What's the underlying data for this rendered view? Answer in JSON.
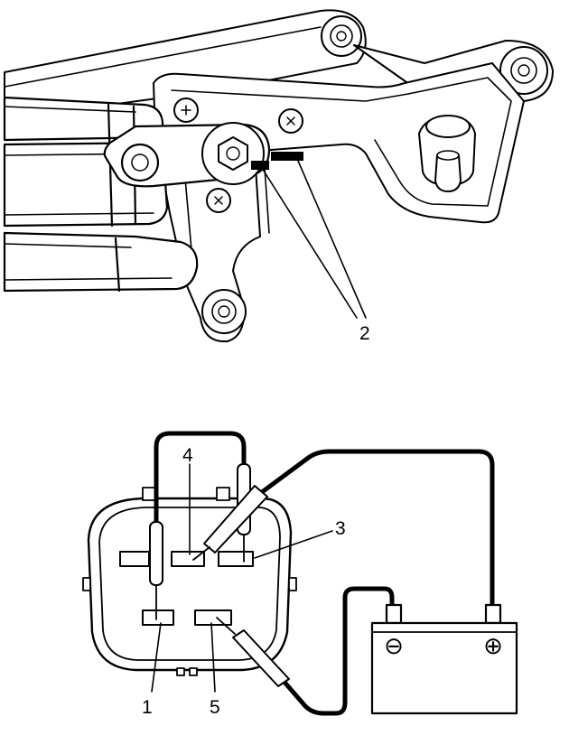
{
  "top_figure": {
    "callouts": [
      {
        "id": "2",
        "text": "2"
      }
    ]
  },
  "bottom_figure": {
    "connector_terminal_labels": [
      "1",
      "3",
      "4",
      "5"
    ],
    "battery": {
      "negative_symbol": "⊖",
      "positive_symbol": "⊕"
    }
  },
  "colors": {
    "line": "#000000",
    "background": "#ffffff",
    "shade": "#e6e6e6"
  }
}
